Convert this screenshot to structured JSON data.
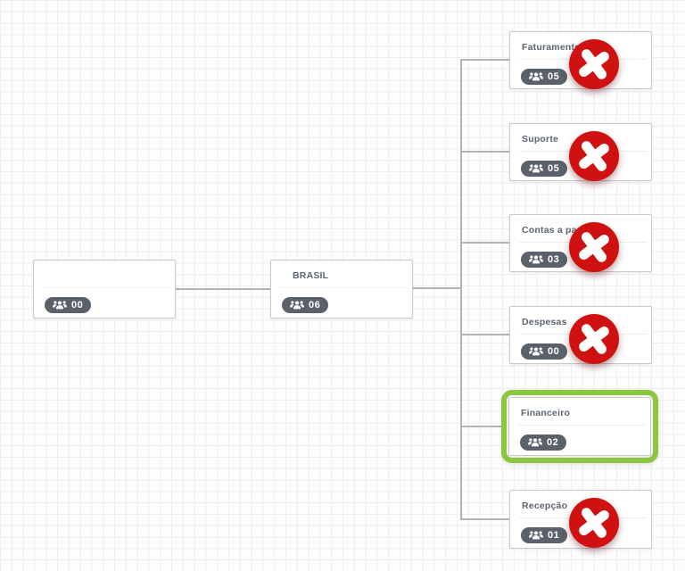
{
  "app": {
    "type": "org-chart-editor"
  },
  "colors": {
    "canvas_bg": "#fdfdfe",
    "grid_line": "#ededf2",
    "connector_line": "#b3b3b7",
    "node_border": "#c9c9cc",
    "node_bg": "#ffffff",
    "title_text": "#5b6570",
    "badge_bg": "#5a616b",
    "badge_text": "#ffffff",
    "delete_red": "#d01111",
    "selection_green": "#8cc63e"
  },
  "chart": {
    "root": {
      "title": "",
      "count": "00"
    },
    "parent": {
      "title": "BRASIL",
      "count": "06"
    },
    "children": [
      {
        "title": "Faturamento",
        "count": "05",
        "removable": true,
        "selected": false
      },
      {
        "title": "Suporte",
        "count": "05",
        "removable": true,
        "selected": false
      },
      {
        "title": "Contas a pagar",
        "count": "03",
        "removable": true,
        "selected": false
      },
      {
        "title": "Despesas",
        "count": "00",
        "removable": true,
        "selected": false
      },
      {
        "title": "Financeiro",
        "count": "02",
        "removable": false,
        "selected": true
      },
      {
        "title": "Recepção",
        "count": "01",
        "removable": true,
        "selected": false
      }
    ]
  },
  "icons": {
    "members": "users-group-icon",
    "remove": "x-mark-icon"
  }
}
